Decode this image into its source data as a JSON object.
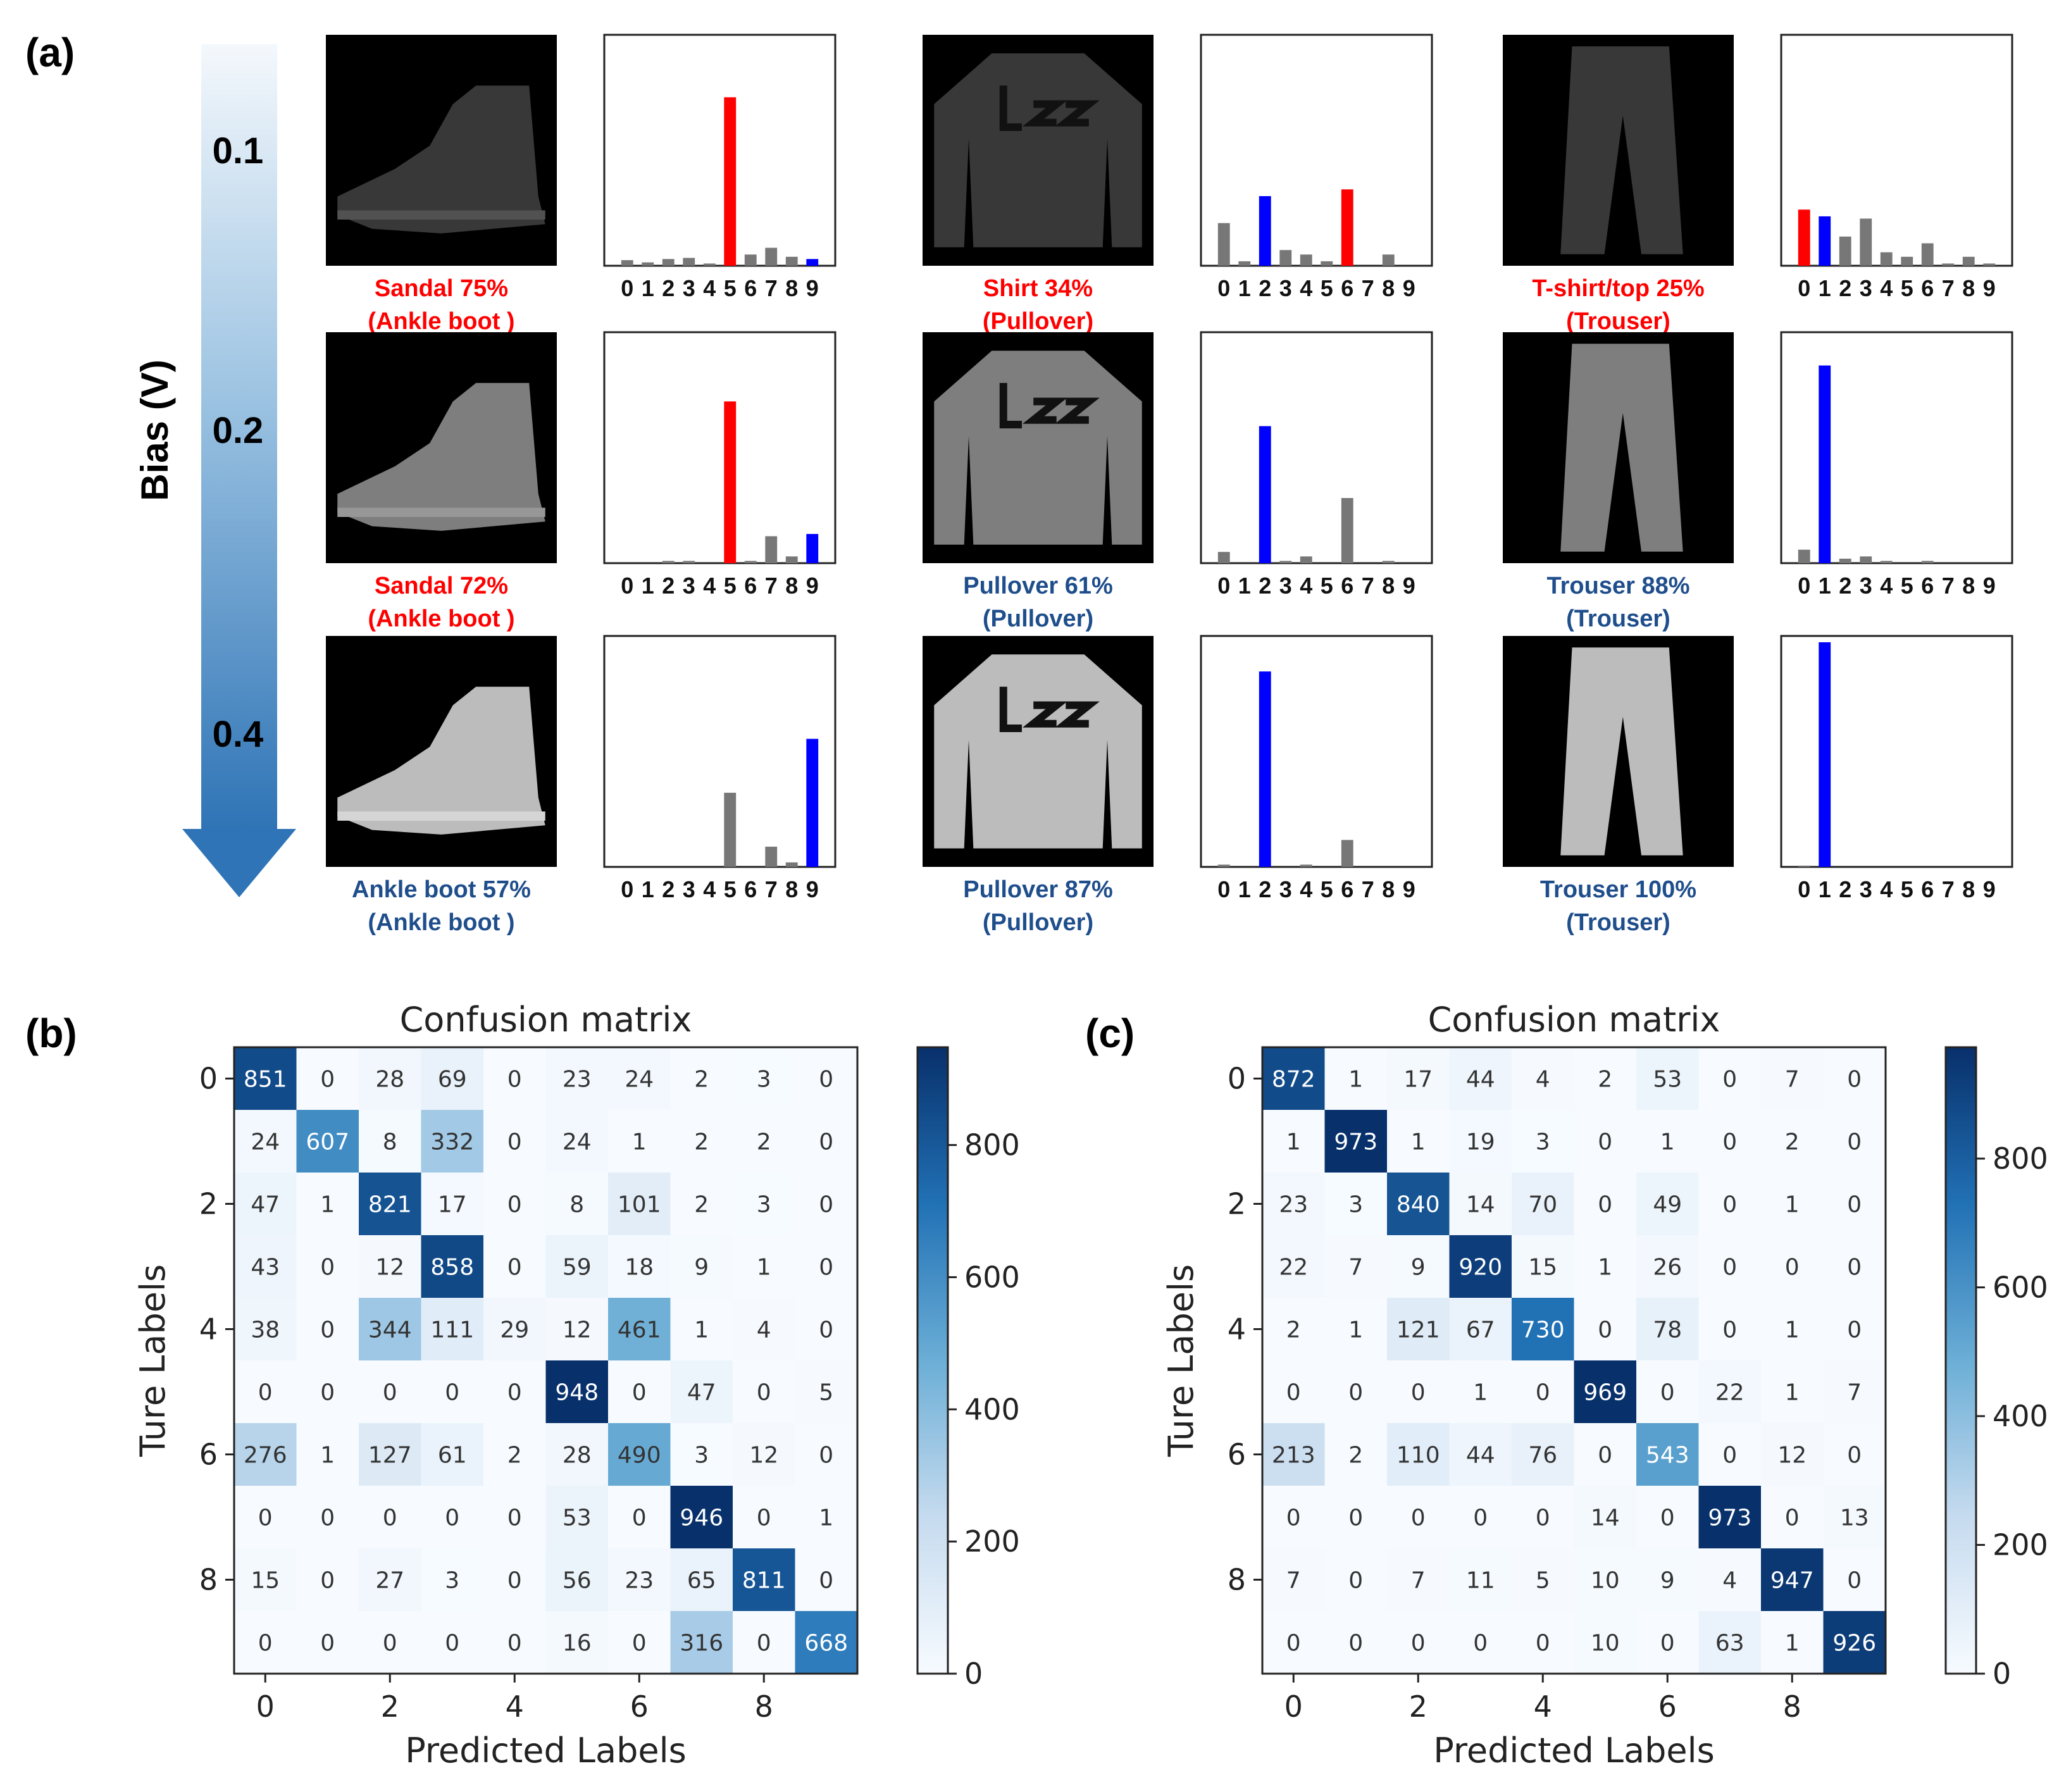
{
  "panel_labels": {
    "a": "(a)",
    "b": "(b)",
    "c": "(c)"
  },
  "bias_axis": {
    "label": "Bias (V)",
    "levels": [
      "0.1",
      "0.2",
      "0.4"
    ]
  },
  "colors": {
    "wrong": "#ff0000",
    "correct": "#0000ff",
    "other": "#777777",
    "wrong_text": "#ff0000",
    "correct_text": "#1f4e8c"
  },
  "chart_data": [
    {
      "type": "bar",
      "title": "",
      "categories": [
        "0",
        "1",
        "2",
        "3",
        "4",
        "5",
        "6",
        "7",
        "8",
        "9"
      ],
      "rows": [
        {
          "bias": "0.1",
          "cells": [
            {
              "item": "ankle-boot",
              "prediction": "Sandal 75%",
              "truth": "(Ankle boot )",
              "correct": false,
              "predicted_index": 5,
              "true_index": 9,
              "values": [
                0.025,
                0.015,
                0.03,
                0.035,
                0.01,
                0.75,
                0.05,
                0.08,
                0.04,
                0.03
              ]
            },
            {
              "item": "pullover",
              "prediction": "Shirt 34%",
              "truth": "(Pullover)",
              "correct": false,
              "predicted_index": 6,
              "true_index": 2,
              "values": [
                0.19,
                0.02,
                0.31,
                0.07,
                0.05,
                0.02,
                0.34,
                0.0,
                0.05,
                0.0
              ]
            },
            {
              "item": "trouser",
              "prediction": "T-shirt/top 25%",
              "truth": "(Trouser)",
              "correct": false,
              "predicted_index": 0,
              "true_index": 1,
              "values": [
                0.25,
                0.22,
                0.13,
                0.21,
                0.06,
                0.04,
                0.1,
                0.01,
                0.04,
                0.01
              ]
            }
          ]
        },
        {
          "bias": "0.2",
          "cells": [
            {
              "item": "ankle-boot",
              "prediction": "Sandal 72%",
              "truth": "(Ankle boot )",
              "correct": false,
              "predicted_index": 5,
              "true_index": 9,
              "values": [
                0.0,
                0.0,
                0.01,
                0.01,
                0.0,
                0.72,
                0.01,
                0.12,
                0.03,
                0.13
              ]
            },
            {
              "item": "pullover",
              "prediction": "Pullover 61%",
              "truth": "(Pullover)",
              "correct": true,
              "predicted_index": 2,
              "true_index": 2,
              "values": [
                0.05,
                0.0,
                0.61,
                0.01,
                0.03,
                0.0,
                0.29,
                0.0,
                0.01,
                0.0
              ]
            },
            {
              "item": "trouser",
              "prediction": "Trouser 88%",
              "truth": "(Trouser)",
              "correct": true,
              "predicted_index": 1,
              "true_index": 1,
              "values": [
                0.06,
                0.88,
                0.02,
                0.03,
                0.01,
                0.0,
                0.01,
                0.0,
                0.0,
                0.0
              ]
            }
          ]
        },
        {
          "bias": "0.4",
          "cells": [
            {
              "item": "ankle-boot",
              "prediction": "Ankle boot 57%",
              "truth": "(Ankle boot )",
              "correct": true,
              "predicted_index": 9,
              "true_index": 9,
              "values": [
                0.0,
                0.0,
                0.0,
                0.0,
                0.0,
                0.33,
                0.0,
                0.09,
                0.02,
                0.57
              ]
            },
            {
              "item": "pullover",
              "prediction": "Pullover 87%",
              "truth": "(Pullover)",
              "correct": true,
              "predicted_index": 2,
              "true_index": 2,
              "values": [
                0.01,
                0.0,
                0.87,
                0.0,
                0.01,
                0.0,
                0.12,
                0.0,
                0.0,
                0.0
              ]
            },
            {
              "item": "trouser",
              "prediction": "Trouser 100%",
              "truth": "(Trouser)",
              "correct": true,
              "predicted_index": 1,
              "true_index": 1,
              "values": [
                0.005,
                1.0,
                0.0,
                0.0,
                0.0,
                0.0,
                0.0,
                0.0,
                0.0,
                0.0
              ]
            }
          ]
        }
      ]
    },
    {
      "type": "heatmap",
      "panel": "(b)",
      "title": "Confusion matrix",
      "xlabel": "Predicted Labels",
      "ylabel": "Ture Labels",
      "x_ticks": [
        "0",
        "2",
        "4",
        "6",
        "8"
      ],
      "y_ticks": [
        "0",
        "2",
        "4",
        "6",
        "8"
      ],
      "colorbar_ticks": [
        "0",
        "200",
        "400",
        "600",
        "800"
      ],
      "vmax": 948,
      "matrix": [
        [
          851,
          0,
          28,
          69,
          0,
          23,
          24,
          2,
          3,
          0
        ],
        [
          24,
          607,
          8,
          332,
          0,
          24,
          1,
          2,
          2,
          0
        ],
        [
          47,
          1,
          821,
          17,
          0,
          8,
          101,
          2,
          3,
          0
        ],
        [
          43,
          0,
          12,
          858,
          0,
          59,
          18,
          9,
          1,
          0
        ],
        [
          38,
          0,
          344,
          111,
          29,
          12,
          461,
          1,
          4,
          0
        ],
        [
          0,
          0,
          0,
          0,
          0,
          948,
          0,
          47,
          0,
          5
        ],
        [
          276,
          1,
          127,
          61,
          2,
          28,
          490,
          3,
          12,
          0
        ],
        [
          0,
          0,
          0,
          0,
          0,
          53,
          0,
          946,
          0,
          1
        ],
        [
          15,
          0,
          27,
          3,
          0,
          56,
          23,
          65,
          811,
          0
        ],
        [
          0,
          0,
          0,
          0,
          0,
          16,
          0,
          316,
          0,
          668
        ]
      ]
    },
    {
      "type": "heatmap",
      "panel": "(c)",
      "title": "Confusion matrix",
      "xlabel": "Predicted Labels",
      "ylabel": "Ture Labels",
      "x_ticks": [
        "0",
        "2",
        "4",
        "6",
        "8"
      ],
      "y_ticks": [
        "0",
        "2",
        "4",
        "6",
        "8"
      ],
      "colorbar_ticks": [
        "0",
        "200",
        "400",
        "600",
        "800"
      ],
      "vmax": 973,
      "matrix": [
        [
          872,
          1,
          17,
          44,
          4,
          2,
          53,
          0,
          7,
          0
        ],
        [
          1,
          973,
          1,
          19,
          3,
          0,
          1,
          0,
          2,
          0
        ],
        [
          23,
          3,
          840,
          14,
          70,
          0,
          49,
          0,
          1,
          0
        ],
        [
          22,
          7,
          9,
          920,
          15,
          1,
          26,
          0,
          0,
          0
        ],
        [
          2,
          1,
          121,
          67,
          730,
          0,
          78,
          0,
          1,
          0
        ],
        [
          0,
          0,
          0,
          1,
          0,
          969,
          0,
          22,
          1,
          7
        ],
        [
          213,
          2,
          110,
          44,
          76,
          0,
          543,
          0,
          12,
          0
        ],
        [
          0,
          0,
          0,
          0,
          0,
          14,
          0,
          973,
          0,
          13
        ],
        [
          7,
          0,
          7,
          11,
          5,
          10,
          9,
          4,
          947,
          0
        ],
        [
          0,
          0,
          0,
          0,
          0,
          10,
          0,
          63,
          1,
          926
        ]
      ]
    }
  ]
}
